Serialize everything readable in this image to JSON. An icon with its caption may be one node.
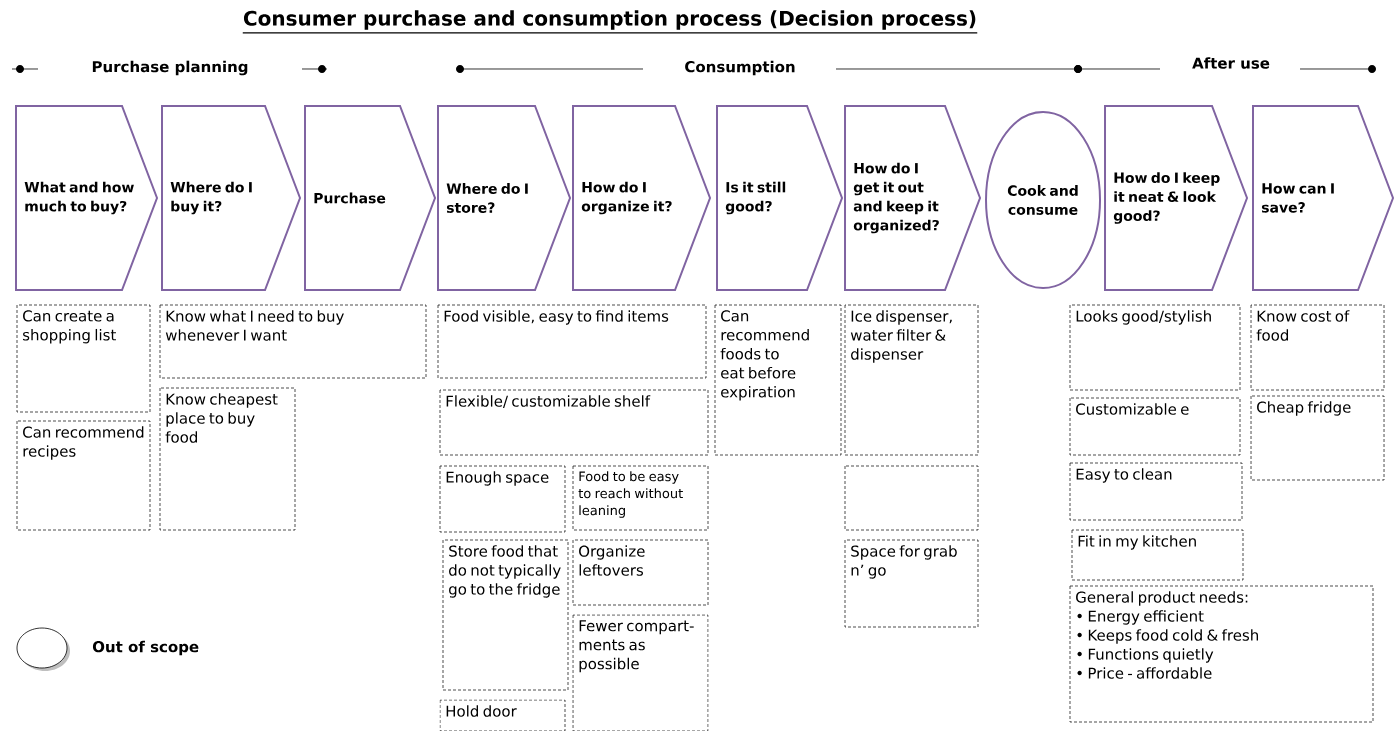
{
  "diagram": {
    "title": "Consumer purchase and consumption process (Decision process)",
    "nodes": [
      {
        "text": [
          "What and how much to buy?"
        ]
      },
      {
        "text": [
          "Where do I buy it?"
        ]
      },
      {
        "text": [
          "Purchase"
        ]
      },
      {
        "text": [
          "Where do I store?"
        ]
      },
      {
        "text": [
          "How do I organize it?"
        ]
      },
      {
        "text": [
          "Is it still good?"
        ]
      },
      {
        "text": [
          "How do I get it out and keep it organized?"
        ]
      },
      {
        "text": [
          "Cook and consume"
        ]
      },
      {
        "text": [
          "How do I keep it neat & look good?"
        ]
      },
      {
        "text": [
          "How can I save?"
        ]
      },
      {
        "text": [
          "Can create a shopping list"
        ]
      },
      {
        "text": [
          "Can recommend recipes"
        ]
      },
      {
        "text": [
          "Know what I need to buy whenever I want"
        ]
      },
      {
        "text": [
          "Know cheapest place to buy food"
        ]
      },
      {
        "text": [
          "Food visible, easy to find items"
        ]
      },
      {
        "text": [
          "Flexible/ customizable shelf"
        ]
      },
      {
        "text": [
          "Can recommend foods to eat before expiration"
        ]
      },
      {
        "text": [
          "Ice dispenser, water filter & dispenser"
        ]
      },
      {
        "text": [
          "Enough space"
        ]
      },
      {
        "text": [
          "Food to be easy to reach without leaning"
        ]
      },
      {
        "text": [],
        "shape": "box"
      },
      {
        "text": [
          "Store food that do not typically go to the fridge"
        ]
      },
      {
        "text": [
          "Organize leftovers"
        ]
      },
      {
        "text": [
          "Fewer compart-ments as possible"
        ]
      },
      {
        "text": [
          "Space for grab n’ go"
        ]
      },
      {
        "text": [
          "Hold door"
        ]
      },
      {
        "text": [
          "Looks good/stylish"
        ]
      },
      {
        "text": [
          "Customizable e"
        ]
      },
      {
        "text": [
          "Easy to clean"
        ]
      },
      {
        "text": [
          "Fit in my kitchen"
        ]
      },
      {
        "text": [
          "General product needs:",
          "• Energy efficient",
          "• Keeps food cold & fresh",
          "• Functions quietly",
          "• Price - affordable"
        ]
      },
      {
        "text": [
          "Know cost of food"
        ]
      },
      {
        "text": [
          "Cheap fridge"
        ]
      }
    ],
    "labels": [
      "Purchase planning",
      "Consumption",
      "After use"
    ],
    "legend": [
      {
        "text": "Out of scope"
      }
    ]
  }
}
